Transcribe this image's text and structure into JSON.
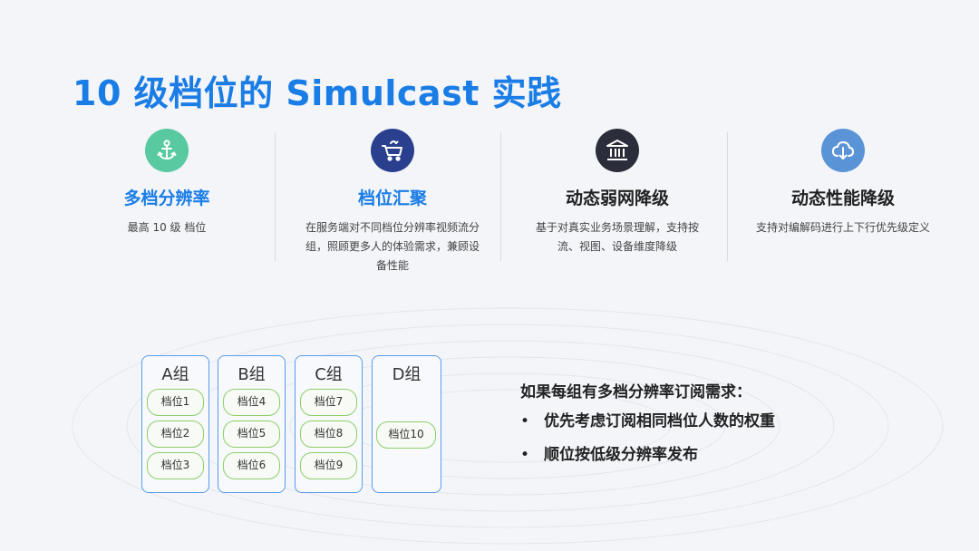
{
  "title": "10 级档位的 Simulcast 实践",
  "features": [
    {
      "icon": "anchor-icon",
      "color": "#58c9a0",
      "title_color": "#1a7de6",
      "title": "多档分辨率",
      "desc": "最高 10 级 档位"
    },
    {
      "icon": "cart-icon",
      "color": "#2b3f8f",
      "title_color": "#1a7de6",
      "title": "档位汇聚",
      "desc": "在服务端对不同档位分辨率视频流分组，照顾更多人的体验需求，兼顾设备性能"
    },
    {
      "icon": "bank-icon",
      "color": "#2c2d3a",
      "title_color": "#222222",
      "title": "动态弱网降级",
      "desc": "基于对真实业务场景理解，支持按流、视图、设备维度降级"
    },
    {
      "icon": "cloud-download-icon",
      "color": "#5a93d6",
      "title_color": "#222222",
      "title": "动态性能降级",
      "desc": "支持对编解码进行上下行优先级定义"
    }
  ],
  "groups": [
    {
      "label": "A组",
      "tiers": [
        "档位1",
        "档位2",
        "档位3"
      ]
    },
    {
      "label": "B组",
      "tiers": [
        "档位4",
        "档位5",
        "档位6"
      ]
    },
    {
      "label": "C组",
      "tiers": [
        "档位7",
        "档位8",
        "档位9"
      ]
    },
    {
      "label": "D组",
      "tiers": [
        "档位10"
      ]
    }
  ],
  "notes": {
    "heading": "如果每组有多档分辨率订阅需求：",
    "bullet_symbol": "•",
    "items": [
      "优先考虑订阅相同档位人数的权重",
      "顺位按低级分辨率发布"
    ]
  }
}
